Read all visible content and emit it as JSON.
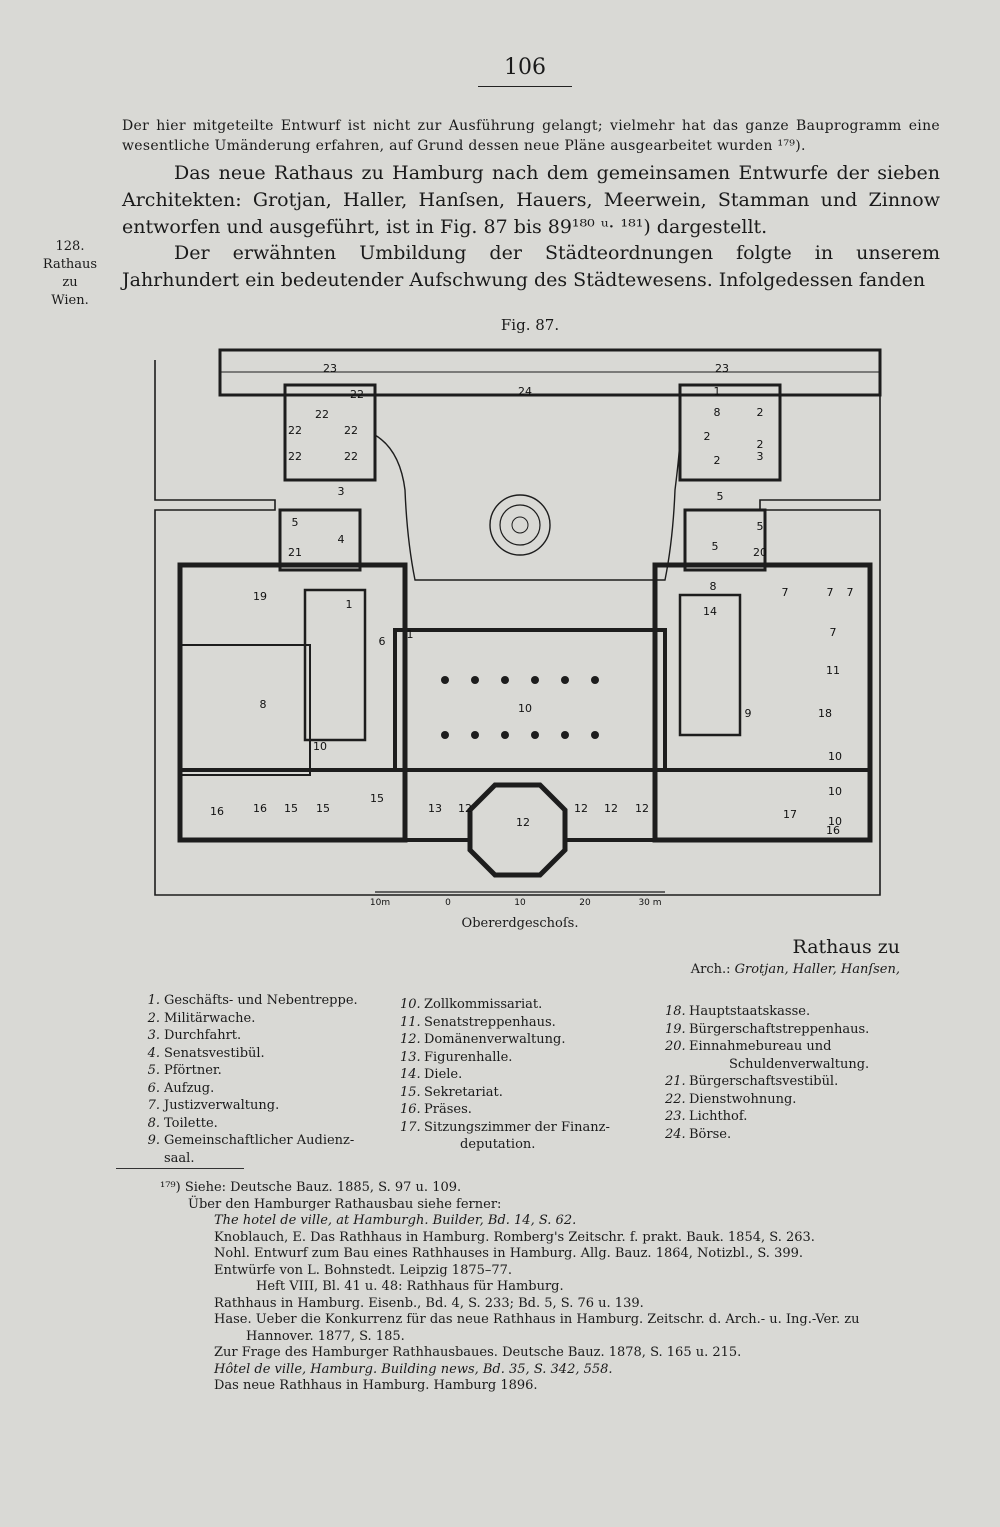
{
  "page_number": "106",
  "intro_paragraph": "Der hier mitgeteilte Entwurf ist nicht zur Ausführung gelangt; vielmehr hat das ganze Bauprogramm eine wesentliche Umänderung erfahren, auf Grund dessen neue Pläne ausgearbeitet wurden ¹⁷⁹).",
  "paragraph_2": "Das neue Rathaus zu Hamburg nach dem gemeinsamen Entwurfe der sieben Architekten: Grotjan, Haller, Hanſsen, Hauers, Meerwein, Stamman und Zinnow entworfen und ausgeführt, ist in Fig. 87 bis 89¹⁸⁰ ᵘ· ¹⁸¹) dargestellt.",
  "paragraph_3": "Der erwähnten Umbildung der Städteordnungen folgte in unserem Jahrhundert ein bedeutender Aufschwung des Städtewesens. Infolgedessen fanden",
  "sidenote": {
    "number": "128.",
    "line1": "Rathaus",
    "line2": "zu",
    "line3": "Wien."
  },
  "figure": {
    "caption": "Fig. 87.",
    "floor_label": "Obererdgeschoſs.",
    "scale_labels": [
      "10m",
      "0",
      "10",
      "20",
      "30 m"
    ],
    "room_numbers": [
      "23",
      "24",
      "23",
      "22",
      "22",
      "22",
      "22",
      "22",
      "22",
      "1",
      "8",
      "2",
      "2",
      "2",
      "2",
      "3",
      "3",
      "5",
      "5",
      "21",
      "4",
      "5",
      "5",
      "20",
      "19",
      "1",
      "6",
      "1",
      "8",
      "7",
      "7",
      "7",
      "7",
      "11",
      "14",
      "10",
      "9",
      "18",
      "8",
      "10",
      "10",
      "10",
      "10",
      "17",
      "16",
      "16",
      "16",
      "15",
      "15",
      "15",
      "13",
      "12",
      "12",
      "12",
      "12",
      "12"
    ],
    "title": "Rathaus zu",
    "architects_prefix": "Arch.:",
    "architects": "Grotjan, Haller, Hanſsen,"
  },
  "legend": [
    [
      {
        "n": "1.",
        "t": "Geschäfts- und Nebentreppe."
      },
      {
        "n": "2.",
        "t": "Militärwache."
      },
      {
        "n": "3.",
        "t": "Durchfahrt."
      },
      {
        "n": "4.",
        "t": "Senatsvestibül."
      },
      {
        "n": "5.",
        "t": "Pförtner."
      },
      {
        "n": "6.",
        "t": "Aufzug."
      },
      {
        "n": "7.",
        "t": "Justizverwaltung."
      },
      {
        "n": "8.",
        "t": "Toilette."
      },
      {
        "n": "9.",
        "t": "Gemeinschaftlicher Audienz-"
      },
      {
        "n": "",
        "t": "saal."
      }
    ],
    [
      {
        "n": "10.",
        "t": "Zollkommissariat."
      },
      {
        "n": "11.",
        "t": "Senatstreppenhaus."
      },
      {
        "n": "12.",
        "t": "Domänenverwaltung."
      },
      {
        "n": "13.",
        "t": "Figurenhalle."
      },
      {
        "n": "14.",
        "t": "Diele."
      },
      {
        "n": "15.",
        "t": "Sekretariat."
      },
      {
        "n": "16.",
        "t": "Präses."
      },
      {
        "n": "17.",
        "t": "Sitzungszimmer der Finanz-"
      },
      {
        "n": "",
        "t": "deputation."
      }
    ],
    [
      {
        "n": "18.",
        "t": "Hauptstaatskasse."
      },
      {
        "n": "19.",
        "t": "Bürgerschaftstreppenhaus."
      },
      {
        "n": "20.",
        "t": "Einnahmebureau und"
      },
      {
        "n": "",
        "t": "Schuldenverwaltung."
      },
      {
        "n": "21.",
        "t": "Bürgerschaftsvestibül."
      },
      {
        "n": "22.",
        "t": "Dienstwohnung."
      },
      {
        "n": "23.",
        "t": "Lichthof."
      },
      {
        "n": "24.",
        "t": "Börse."
      }
    ]
  ],
  "footnotes": [
    "¹⁷⁹) Siehe: Deutsche Bauz. 1885, S. 97 u. 109.",
    "Über den Hamburger Rathausbau siehe ferner:",
    "The hotel de ville, at Hamburgh. Builder, Bd. 14, S. 62.",
    "Knoblauch, E. Das Rathhaus in Hamburg. Romberg's Zeitschr. f. prakt. Bauk. 1854, S. 263.",
    "Nohl. Entwurf zum Bau eines Rathhauses in Hamburg. Allg. Bauz. 1864, Notizbl., S. 399.",
    "Entwürfe von L. Bohnstedt. Leipzig 1875–77.",
    "Heft VIII, Bl. 41 u. 48: Rathhaus für Hamburg.",
    "Rathhaus in Hamburg. Eisenb., Bd. 4, S. 233; Bd. 5, S. 76 u. 139.",
    "Hase. Ueber die Konkurrenz für das neue Rathhaus in Hamburg. Zeitschr. d. Arch.- u. Ing.-Ver. zu",
    "Hannover. 1877, S. 185.",
    "Zur Frage des Hamburger Rathhausbaues. Deutsche Bauz. 1878, S. 165 u. 215.",
    "Hôtel de ville, Hamburg. Building news, Bd. 35, S. 342, 558.",
    "Das neue Rathhaus in Hamburg. Hamburg 1896."
  ]
}
